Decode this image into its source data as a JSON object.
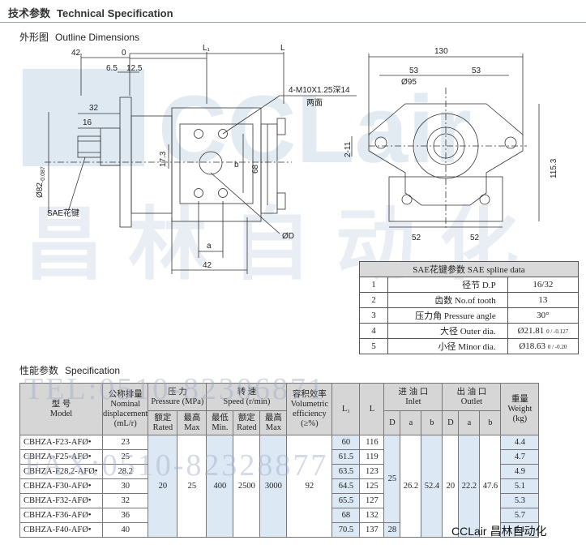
{
  "header": {
    "title_cn": "技术参数",
    "title_en": "Technical Specification"
  },
  "outline": {
    "title_cn": "外形图",
    "title_en": "Outline Dimensions",
    "dims": {
      "d42": "42",
      "d0": "0",
      "L1": "L₁",
      "L": "L",
      "d6_5": "6.5",
      "d12_5": "12.5",
      "d32": "32",
      "d16": "16",
      "shaft": "Ø82",
      "shaft_tol": "-0.087",
      "thread": "4-M10X1.25深14",
      "two_sides": "两面",
      "d17_3": "17.3",
      "b": "b",
      "d68": "68",
      "a": "a",
      "d42b": "42",
      "phiD": "ØD",
      "sae_label": "SAE花键",
      "d130": "130",
      "d53a": "53",
      "d53b": "53",
      "d95": "Ø95",
      "d2_11": "2-11",
      "d115_3": "115.3",
      "d52a": "52",
      "d52b": "52"
    }
  },
  "sae": {
    "header": "SAE花键参数  SAE spline data",
    "rows": [
      {
        "no": "1",
        "param": "径节 D.P",
        "value": "16/32"
      },
      {
        "no": "2",
        "param": "齿数 No.of tooth",
        "value": "13"
      },
      {
        "no": "3",
        "param": "压力角 Pressure angle",
        "value": "30°"
      },
      {
        "no": "4",
        "param": "大径 Outer dia.",
        "value": "Ø21.81",
        "tol": "0 / -0.127"
      },
      {
        "no": "5",
        "param": "小径 Minor dia.",
        "value": "Ø18.63",
        "tol": "0 / -0.20"
      }
    ]
  },
  "spec": {
    "title_cn": "性能参数",
    "title_en": "Specification",
    "headers": {
      "model_cn": "型 号",
      "model_en": "Model",
      "disp_cn": "公称排量",
      "disp_en": "Nominal displacement",
      "disp_unit": "(mL/r)",
      "press_cn": "压 力",
      "press_en": "Pressure (MPa)",
      "speed_cn": "转 速",
      "speed_en": "Speed (r/min)",
      "eff_cn": "容积效率",
      "eff_en": "Volumetric efficiency",
      "eff_unit": "(≥%)",
      "L1": "L₁",
      "L": "L",
      "inlet_cn": "进 油 口",
      "inlet_en": "Inlet",
      "outlet_cn": "出 油 口",
      "outlet_en": "Outlet",
      "weight_cn": "重量",
      "weight_en": "Weight",
      "weight_unit": "(kg)",
      "rated_cn": "额定",
      "rated_en": "Rated",
      "max_cn": "最高",
      "max_en": "Max",
      "min_cn": "最低",
      "min_en": "Min.",
      "D": "D",
      "a": "a",
      "b": "b"
    },
    "rows": [
      {
        "model": "CBHZA-F23-AFØ•",
        "disp": "23",
        "L1": "60",
        "L": "116",
        "weight": "4.4"
      },
      {
        "model": "CBHZA-F25-AFØ•",
        "disp": "25",
        "L1": "61.5",
        "L": "119",
        "weight": "4.7"
      },
      {
        "model": "CBHZA-F28.2-AFØ•",
        "disp": "28.2",
        "L1": "63.5",
        "L": "123",
        "weight": "4.9"
      },
      {
        "model": "CBHZA-F30-AFØ•",
        "disp": "30",
        "L1": "64.5",
        "L": "125",
        "weight": "5.1"
      },
      {
        "model": "CBHZA-F32-AFØ•",
        "disp": "32",
        "L1": "65.5",
        "L": "127",
        "weight": "5.3"
      },
      {
        "model": "CBHZA-F36-AFØ•",
        "disp": "36",
        "L1": "68",
        "L": "132",
        "weight": "5.7"
      },
      {
        "model": "CBHZA-F40-AFØ•",
        "disp": "40",
        "L1": "70.5",
        "L": "137",
        "weight": "6.1"
      }
    ],
    "shared": {
      "press_rated": "20",
      "press_max": "25",
      "speed_min": "400",
      "speed_rated": "2500",
      "speed_max": "3000",
      "eff": "92",
      "in_D": "25",
      "in_D_last": "28",
      "in_a": "26.2",
      "in_b": "52.4",
      "out_D": "20",
      "out_a": "22.2",
      "out_b": "47.6"
    }
  },
  "watermark": {
    "tel": "TEL:0510-82306871",
    "fax": "FAX:0510-82328877",
    "logo": "CCLair",
    "logo_cn": "昌林自动化"
  },
  "brand": "CCLair 昌林自动化"
}
